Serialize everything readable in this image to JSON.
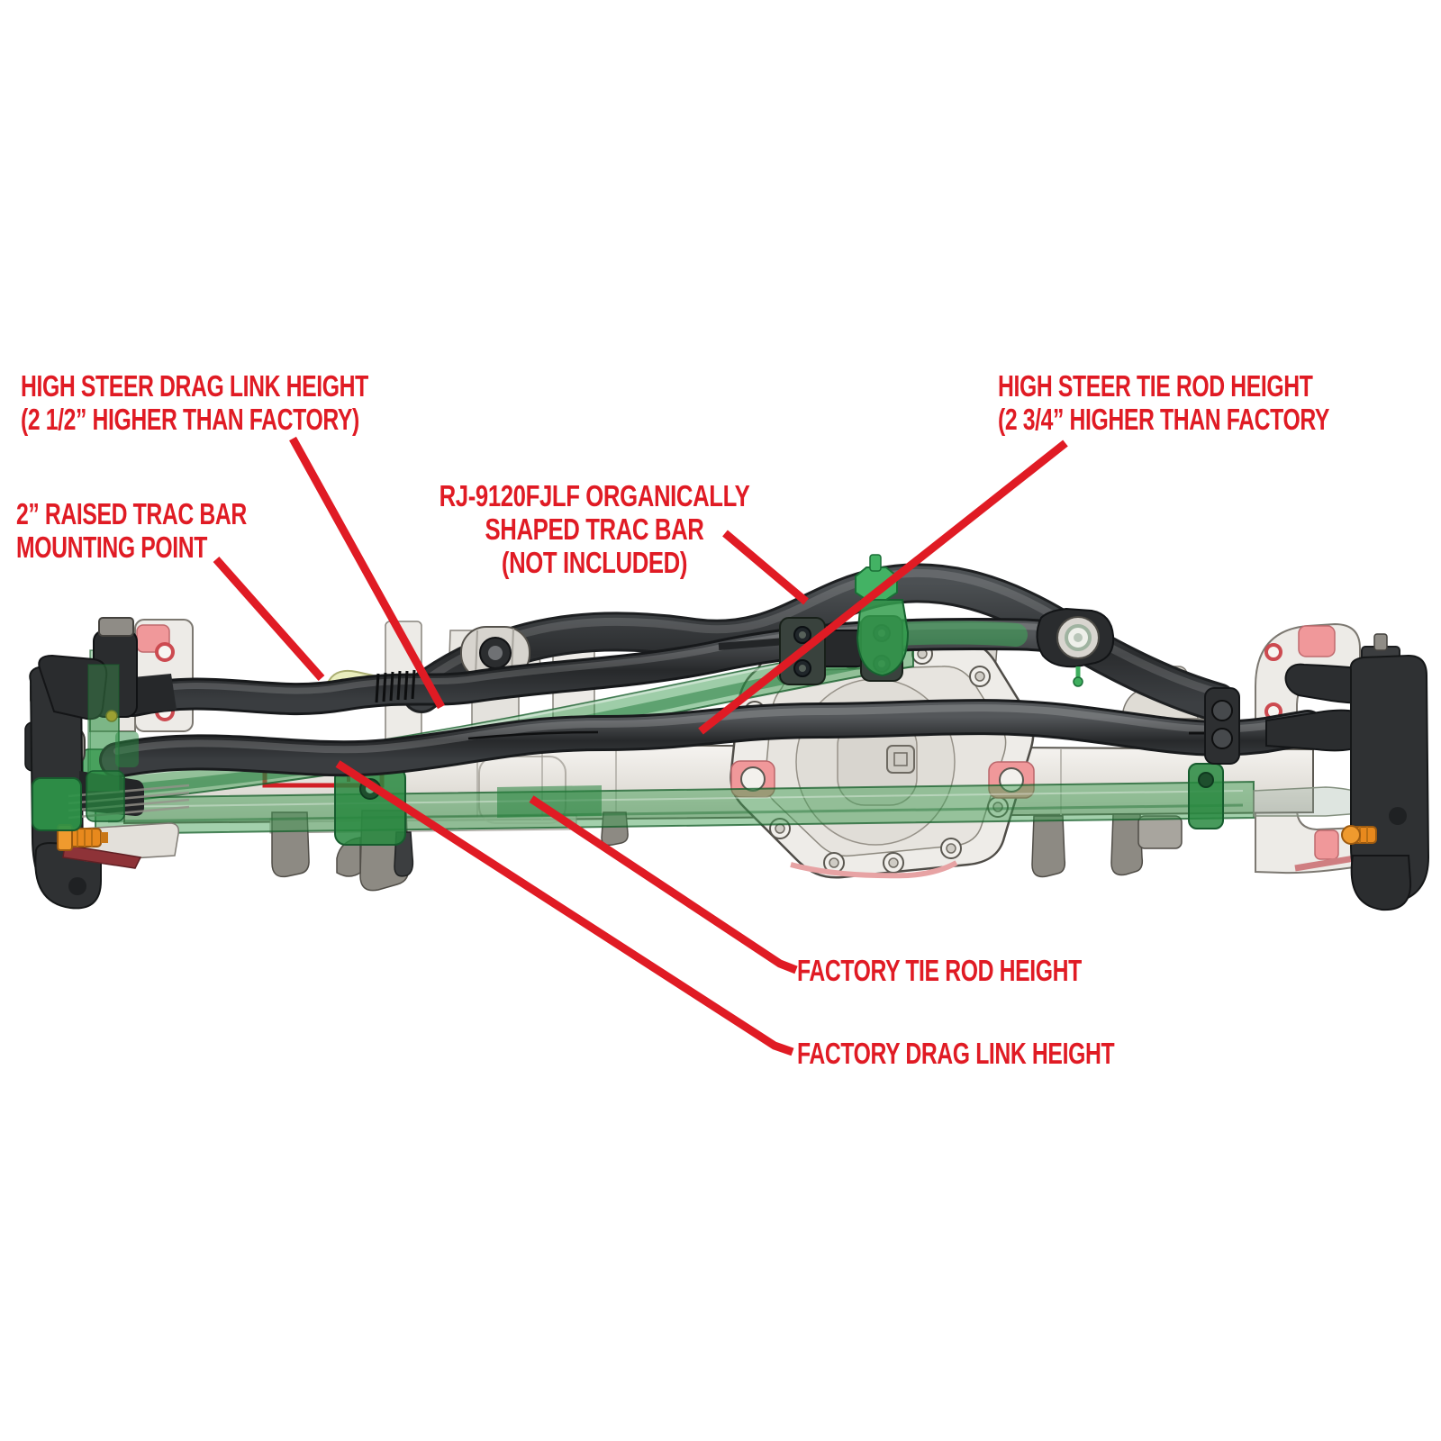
{
  "diagram": {
    "background": "#ffffff",
    "colors": {
      "background": "#ffffff",
      "annotation-red": "#e01b24",
      "new-part-green": "#2f9e4d",
      "factory-overlay-green": "#3a9c4e",
      "steel-bar-black": "#2c2e30",
      "axle-gray": "#eceae6",
      "accent-pink": "#f0989a",
      "accent-orange": "#e8891d",
      "highlight-yellow": "#e9edbd"
    },
    "labels": {
      "high_steer_drag_link": {
        "line1": "HIGH STEER DRAG LINK HEIGHT",
        "line2": "(2 1/2” HIGHER THAN FACTORY)"
      },
      "raised_trac_bar_mount": {
        "line1": "2” RAISED TRAC BAR",
        "line2": "MOUNTING POINT"
      },
      "trac_bar": {
        "line1": "RJ-9120FJLF ORGANICALLY",
        "line2": "SHAPED TRAC BAR",
        "line3": "(NOT INCLUDED)"
      },
      "high_steer_tie_rod": {
        "line1": "HIGH STEER TIE ROD HEIGHT",
        "line2": "(2 3/4” HIGHER THAN FACTORY"
      },
      "factory_tie_rod": {
        "line1": "FACTORY TIE ROD HEIGHT"
      },
      "factory_drag_link": {
        "line1": "FACTORY DRAG LINK HEIGHT"
      }
    }
  }
}
